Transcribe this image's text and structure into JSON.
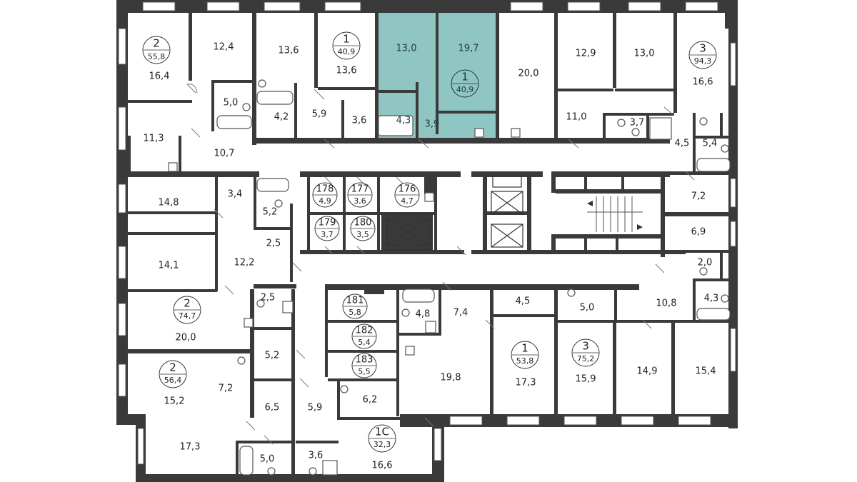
{
  "colors": {
    "highlight": "#8fc5c3",
    "highlight_stroke": "#6aa9a6",
    "wall": "#3a3a3a"
  },
  "rooms": [
    "16,4",
    "12,4",
    "13,6",
    "13,6",
    "13,0",
    "19,7",
    "20,0",
    "12,9",
    "13,0",
    "16,6",
    "5,0",
    "4,2",
    "5,9",
    "3,6",
    "4,3",
    "3,9",
    "11,0",
    "3,7",
    "11,3",
    "10,7",
    "4,5",
    "5,4",
    "14,8",
    "3,4",
    "5,2",
    "7,2",
    "2,5",
    "14,1",
    "12,2",
    "6,9",
    "2,0",
    "2,5",
    "4,8",
    "7,4",
    "4,5",
    "5,0",
    "10,8",
    "4,3",
    "20,0",
    "5,2",
    "7,2",
    "15,2",
    "6,5",
    "5,9",
    "6,2",
    "19,8",
    "17,3",
    "15,9",
    "14,9",
    "15,4",
    "17,3",
    "5,0",
    "3,6",
    "16,6"
  ],
  "apartments": [
    {
      "num": "2",
      "area": "55,8"
    },
    {
      "num": "1",
      "area": "40,9"
    },
    {
      "num": "1",
      "area": "40,9"
    },
    {
      "num": "3",
      "area": "94,3"
    },
    {
      "num": "2",
      "area": "74,7"
    },
    {
      "num": "2",
      "area": "56,4"
    },
    {
      "num": "1",
      "area": "53,8"
    },
    {
      "num": "3",
      "area": "75,2"
    },
    {
      "num": "1С",
      "area": "32,3"
    }
  ],
  "storage": [
    {
      "num": "178",
      "area": "4,9"
    },
    {
      "num": "177",
      "area": "3,6"
    },
    {
      "num": "176",
      "area": "4,7"
    },
    {
      "num": "179",
      "area": "3,7"
    },
    {
      "num": "180",
      "area": "3,5"
    },
    {
      "num": "181",
      "area": "5,8"
    },
    {
      "num": "182",
      "area": "5,4"
    },
    {
      "num": "183",
      "area": "5,5"
    }
  ]
}
